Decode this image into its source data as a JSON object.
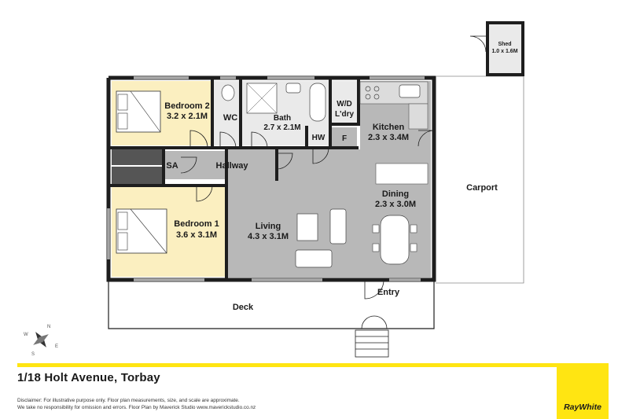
{
  "rooms": {
    "bedroom2": {
      "name": "Bedroom 2",
      "size": "3.2 x 2.1M"
    },
    "wc": {
      "name": "WC"
    },
    "bath": {
      "name": "Bath",
      "size": "2.7 x 2.1M"
    },
    "laundry": {
      "name_line1": "W/D",
      "name_line2": "L'dry"
    },
    "hw": {
      "name": "HW"
    },
    "f": {
      "name": "F"
    },
    "kitchen": {
      "name": "Kitchen",
      "size": "2.3 x 3.4M"
    },
    "sa": {
      "name": "SA"
    },
    "hallway": {
      "name": "Hallway"
    },
    "dining": {
      "name": "Dining",
      "size": "2.3 x 3.0M"
    },
    "carport": {
      "name": "Carport"
    },
    "bedroom1": {
      "name": "Bedroom 1",
      "size": "3.6 x 3.1M"
    },
    "living": {
      "name": "Living",
      "size": "4.3 x 3.1M"
    },
    "entry": {
      "name": "Entry"
    },
    "deck": {
      "name": "Deck"
    },
    "shed": {
      "name": "Shed",
      "size": "1.0 x 1.6M"
    }
  },
  "compass": {
    "n": "N",
    "s": "S",
    "e": "E",
    "w": "W"
  },
  "address": "1/18 Holt Avenue, Torbay",
  "disclaimer": {
    "line1": "Disclaimer: For illustrative purpose only. Floor plan measurements, size, and scale are approximate.",
    "line2": "We take no responsibility for omission and errors. Floor Plan by Maverick Studio www.maverickstudio.co.nz"
  },
  "logo": {
    "text": "RayWhite"
  },
  "colors": {
    "bedroom": "#fbefc0",
    "wet": "#eaeaea",
    "living": "#b8b8b8",
    "wall": "#1e1e1e",
    "brand": "#ffe512"
  }
}
